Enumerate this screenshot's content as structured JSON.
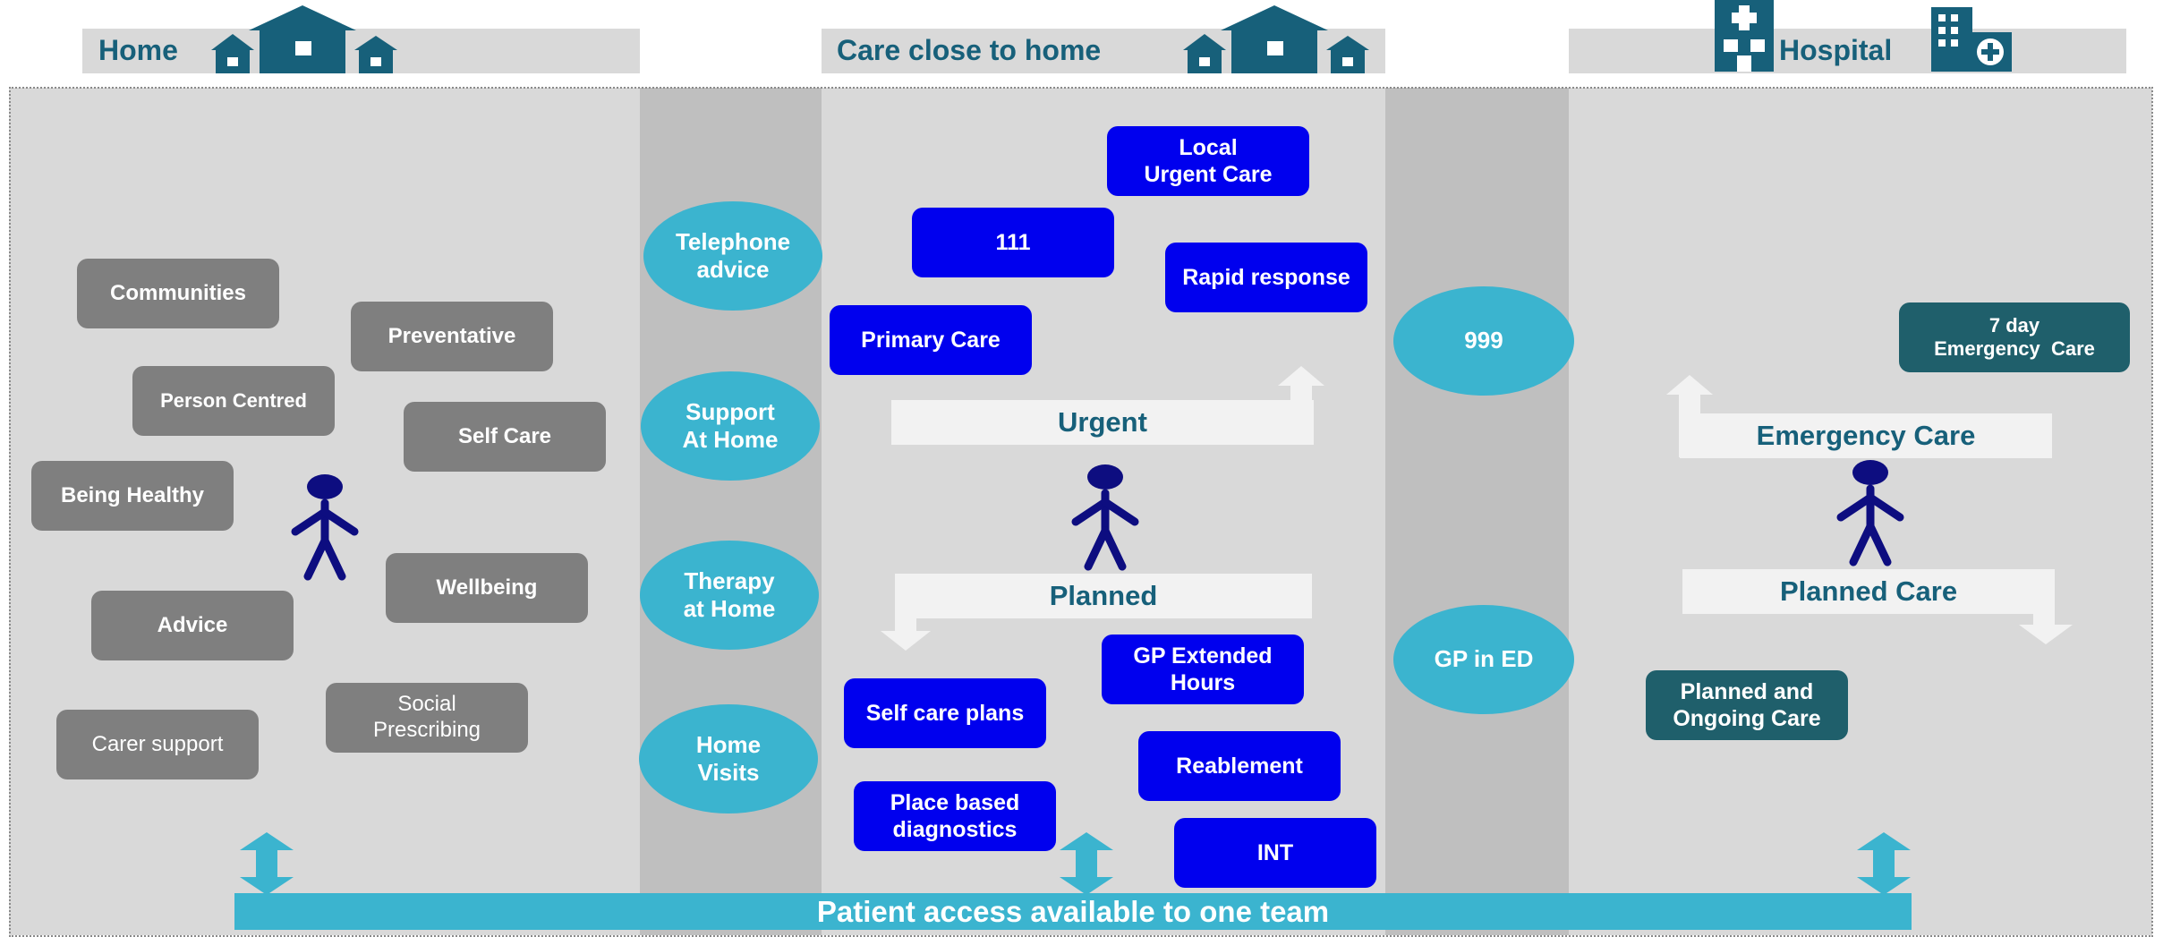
{
  "headers": {
    "home": "Home",
    "care_close": "Care close to home",
    "hospital": "Hospital"
  },
  "home_items": {
    "communities": "Communities",
    "preventative": "Preventative",
    "person_centred": "Person Centred",
    "self_care": "Self Care",
    "being_healthy": "Being Healthy",
    "wellbeing": "Wellbeing",
    "advice": "Advice",
    "social_prescribing_1": "Social",
    "social_prescribing_2": "Prescribing",
    "carer_support": "Carer support"
  },
  "bridge_circles": {
    "telephone_1": "Telephone",
    "telephone_2": "advice",
    "support_1": "Support",
    "support_2": "At Home",
    "therapy_1": "Therapy",
    "therapy_2": "at Home",
    "visits_1": "Home",
    "visits_2": "Visits"
  },
  "care_close_items": {
    "local_urgent_1": "Local",
    "local_urgent_2": "Urgent Care",
    "nhs111": "111",
    "rapid_response": "Rapid response",
    "primary_care": "Primary Care",
    "urgent": "Urgent",
    "planned": "Planned",
    "gp_extended_1": "GP Extended",
    "gp_extended_2": "Hours",
    "self_care_plans": "Self care plans",
    "reablement": "Reablement",
    "place_based_1": "Place based",
    "place_based_2": "diagnostics",
    "int": "INT"
  },
  "hospital_circles": {
    "nine99": "999",
    "gp_in_ed": "GP in ED"
  },
  "hospital_items": {
    "seven_day_1": "7 day",
    "seven_day_2": "Emergency  Care",
    "emergency_care": "Emergency Care",
    "planned_care": "Planned Care",
    "planned_ongoing_1": "Planned and",
    "planned_ongoing_2": "Ongoing Care"
  },
  "footer": {
    "access_bar": "Patient access available to one team"
  },
  "colors": {
    "header_text": "#17607a",
    "circle": "#3bb4cf",
    "blue_box": "#0000ee",
    "grey_box": "#7f7f7f",
    "teal_box": "#1f5f6b",
    "figure": "#0d0d80"
  }
}
